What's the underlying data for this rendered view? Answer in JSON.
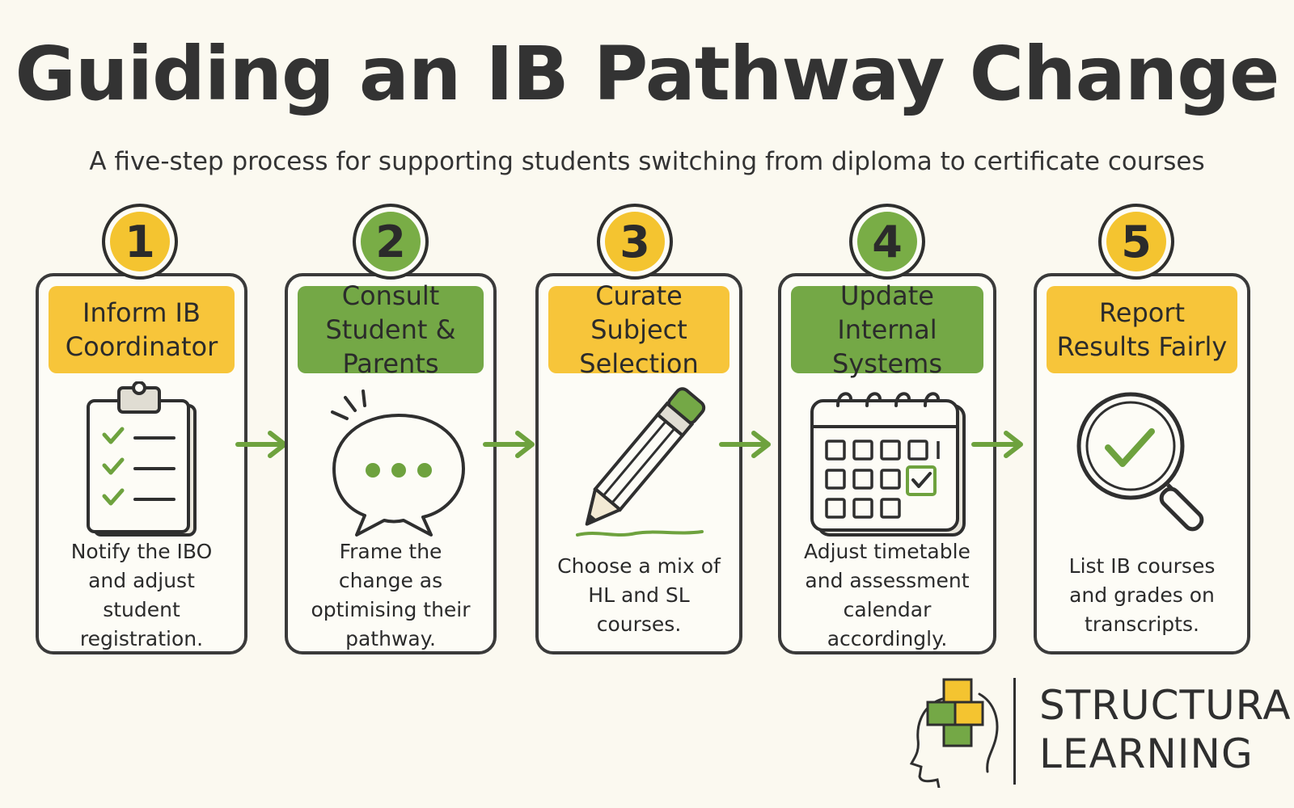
{
  "title": "Guiding an IB Pathway Change",
  "subtitle": "A five-step process for supporting students switching from diploma to certificate courses",
  "colors": {
    "yellow": "#f7c53a",
    "green": "#74a846",
    "outline": "#2f2f2f",
    "background": "#fbf9f0"
  },
  "steps": [
    {
      "number": "1",
      "title": "Inform IB Coordinator",
      "description": "Notify the IBO and adjust student registration.",
      "icon": "clipboard-checklist-icon",
      "color": "yellow"
    },
    {
      "number": "2",
      "title": "Consult Student & Parents",
      "description": "Frame the change as optimising their pathway.",
      "icon": "speech-bubble-icon",
      "color": "green"
    },
    {
      "number": "3",
      "title": "Curate Subject Selection",
      "description": "Choose a mix of HL and SL courses.",
      "icon": "pencil-icon",
      "color": "yellow"
    },
    {
      "number": "4",
      "title": "Update Internal Systems",
      "description": "Adjust timetable and assessment calendar accordingly.",
      "icon": "calendar-check-icon",
      "color": "green"
    },
    {
      "number": "5",
      "title": "Report Results Fairly",
      "description": "List IB courses and grades on transcripts.",
      "icon": "magnifier-check-icon",
      "color": "yellow"
    }
  ],
  "logo": {
    "line1": "STRUCTURAL",
    "line2": "LEARNING"
  }
}
